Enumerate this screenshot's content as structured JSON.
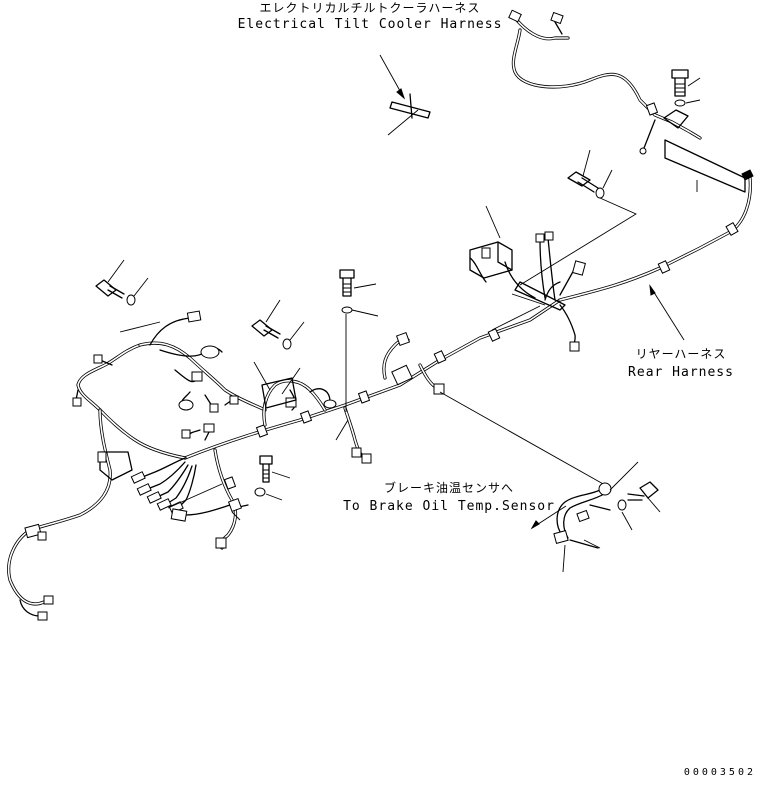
{
  "labels": {
    "tilt_cooler_ja": "エレクトリカルチルトクーラハーネス",
    "tilt_cooler_en": "Electrical Tilt Cooler Harness",
    "rear_ja": "リヤーハーネス",
    "rear_en": "Rear Harness",
    "brake_ja": "ブレーキ油温センサへ",
    "brake_en": "To Brake Oil Temp.Sensor"
  },
  "drawing_number": "00003502"
}
